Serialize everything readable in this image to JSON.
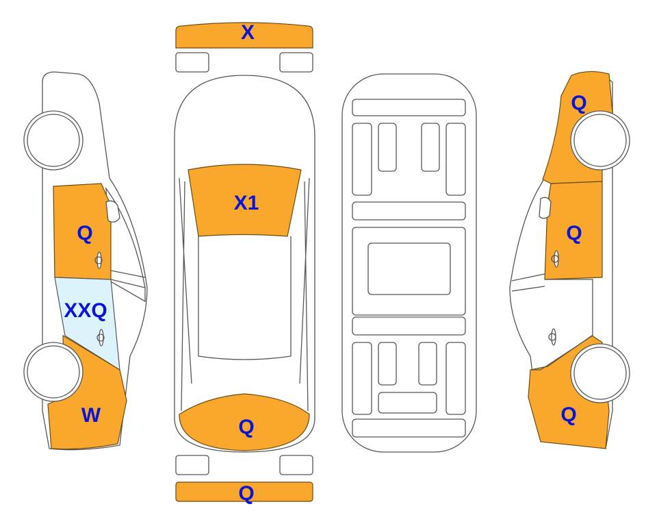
{
  "colors": {
    "damage_orange": "#F9A82D",
    "damage_blue": "#DDF3FB",
    "label": "#0A14D6"
  },
  "labels": {
    "front_bumper": "X",
    "windshield": "X1",
    "roof_rear": "Q",
    "rear_bumper": "Q",
    "left_front_door": "Q",
    "left_rear_door": "XXQ",
    "left_rear_quarter": "W",
    "right_front_fender": "Q",
    "right_front_door": "Q",
    "right_rear_quarter": "Q"
  }
}
